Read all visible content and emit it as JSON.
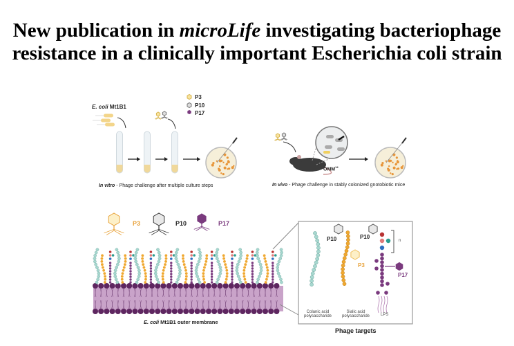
{
  "title": {
    "line1_prefix": "New publication in ",
    "line1_journal": "microLife",
    "line1_suffix": " investigating bacteriophage",
    "line2": "resistance in a clinically important Escherichia coli strain"
  },
  "in_vitro": {
    "strain_italic": "E. coli",
    "strain_name": " Mt1B1",
    "legend": [
      "P3",
      "P10",
      "P17"
    ],
    "caption_italic": "In vitro",
    "caption_rest": " - Phage challenge after multiple culture steps"
  },
  "in_vivo": {
    "mouse_label": "OMM",
    "mouse_label_sup": "14",
    "caption_italic": "In vivo",
    "caption_rest": " - Phage challenge in stably colonized gnotobiotic mice"
  },
  "membrane": {
    "phages": [
      {
        "label": "P3",
        "color": "#e8a23a"
      },
      {
        "label": "P10",
        "color": "#222222"
      },
      {
        "label": "P17",
        "color": "#7a3a7e"
      }
    ],
    "caption_italic": "E. coli",
    "caption_rest": " Mt1B1 outer membrane"
  },
  "targets": {
    "title": "Phage targets",
    "colanic_label": [
      "Colanic acid",
      "polysaccharide"
    ],
    "sialic_label": [
      "Sialic acid",
      "polysaccharide"
    ],
    "lps_label": "LPS",
    "p10_a": "P10",
    "p10_b": "P10",
    "p3": "P3",
    "p17": "P17",
    "repeat": "n"
  },
  "colors": {
    "colanic": "#a8d8d0",
    "sialic": "#f0a830",
    "lps": "#7a3a7e",
    "membrane": "#c9a3c9",
    "heads": "#5e2660"
  }
}
